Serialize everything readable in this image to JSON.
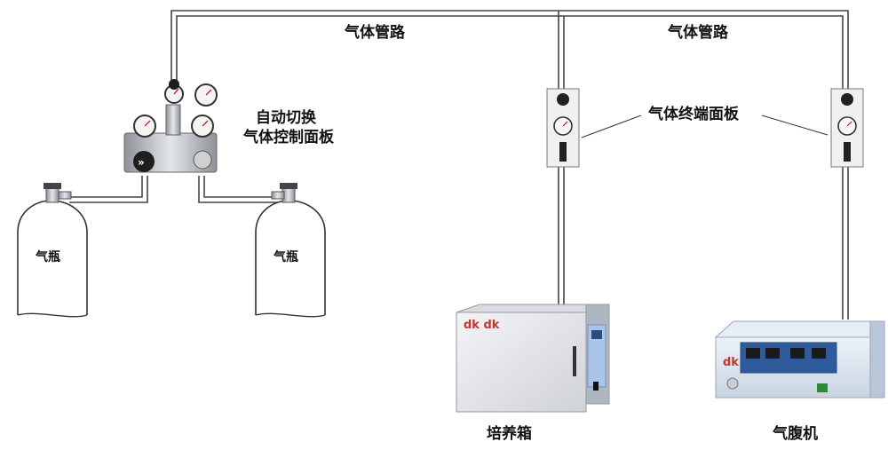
{
  "labels": {
    "pipe_left": "气体管路",
    "pipe_right": "气体管路",
    "switch_panel_line1": "自动切换",
    "switch_panel_line2": "气体控制面板",
    "terminal_panel": "气体终端面板",
    "cylinder_left": "气瓶",
    "cylinder_right": "气瓶",
    "incubator": "培养箱",
    "insufflator": "气腹机",
    "brand_left": "dk dk",
    "brand_right": "dk"
  },
  "colors": {
    "pipe": "#444444",
    "cylinder_outline": "#333333",
    "incubator_body": "#e8e8ec",
    "incubator_panel": "#b9cde6",
    "insufflator_body": "#dfe7f1",
    "insufflator_panel": "#2f5b9c",
    "steel": "#b8bcc2"
  }
}
